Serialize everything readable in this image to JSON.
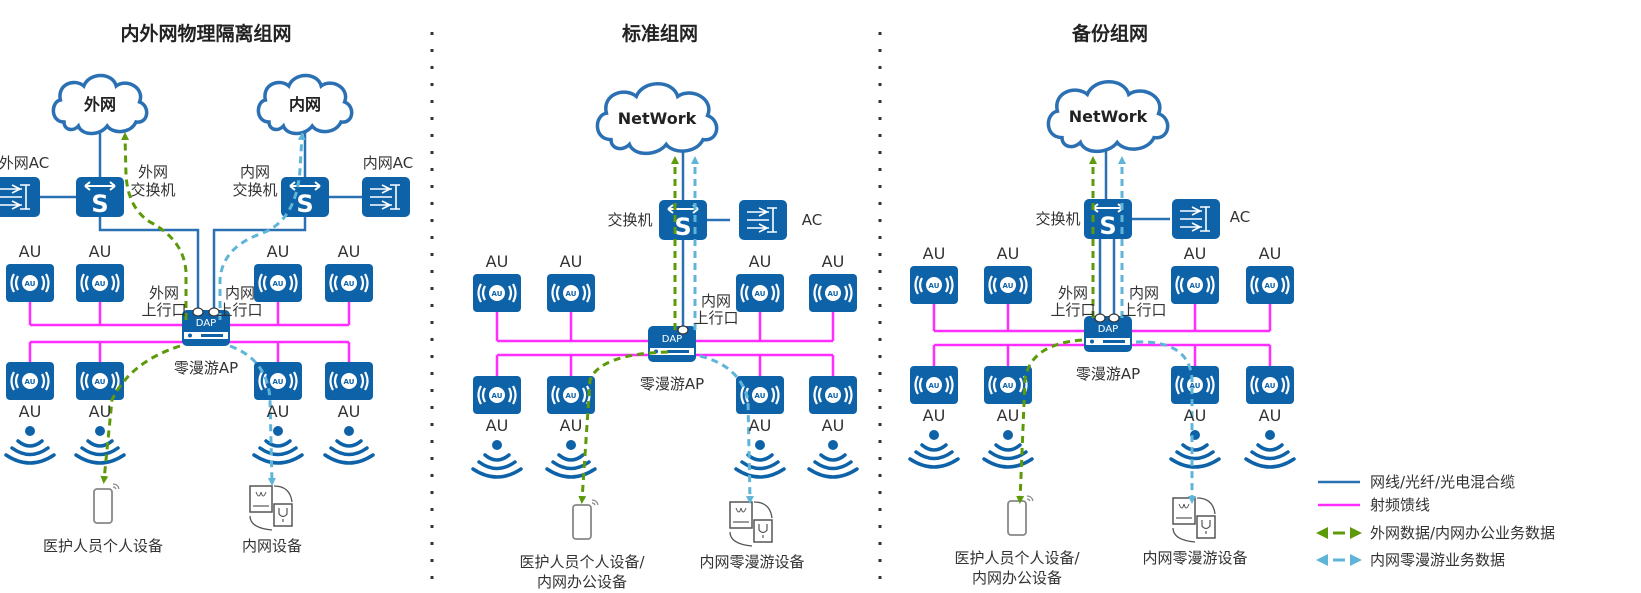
{
  "colors": {
    "device_blue": "#0e62a8",
    "cable_blue": "#2a70b3",
    "rf_feeder": "#ff2dff",
    "outer_data": "#5c9a0a",
    "inner_data": "#5fb5d8",
    "separator": "#333333"
  },
  "panels": [
    {
      "title": "内外网物理隔离组网",
      "clouds": [
        "外网",
        "内网"
      ],
      "acs": [
        "外网AC",
        "内网AC"
      ],
      "switches": [
        "外网\n交换机",
        "内网\n交换机"
      ],
      "switch_label_lines": [
        [
          "外网",
          "交换机"
        ],
        [
          "内网",
          "交换机"
        ]
      ],
      "uplinks": [
        [
          "外网",
          "上行口"
        ],
        [
          "内网",
          "上行口"
        ]
      ],
      "dap_label": "DAP",
      "ap_label": "零漫游AP",
      "au_label": "AU",
      "au_badge": "AU",
      "endpoints": [
        {
          "lines": [
            "医护人员个人设备"
          ],
          "icon": "smartphone-icon"
        },
        {
          "lines": [
            "内网设备"
          ],
          "icon": "medical-device-icon"
        }
      ]
    },
    {
      "title": "标准组网",
      "cloud": "NetWork",
      "switch_label": "交换机",
      "ac_label": "AC",
      "uplinks": [
        [
          "内网",
          "上行口"
        ]
      ],
      "dap_label": "DAP",
      "ap_label": "零漫游AP",
      "au_label": "AU",
      "au_badge": "AU",
      "endpoints": [
        {
          "lines": [
            "医护人员个人设备/",
            "内网办公设备"
          ],
          "icon": "smartphone-icon"
        },
        {
          "lines": [
            "内网零漫游设备"
          ],
          "icon": "medical-device-icon"
        }
      ]
    },
    {
      "title": "备份组网",
      "cloud": "NetWork",
      "switch_label": "交换机",
      "ac_label": "AC",
      "uplinks": [
        [
          "外网",
          "上行口"
        ],
        [
          "内网",
          "上行口"
        ]
      ],
      "dap_label": "DAP",
      "ap_label": "零漫游AP",
      "au_label": "AU",
      "au_badge": "AU",
      "endpoints": [
        {
          "lines": [
            "医护人员个人设备/",
            "内网办公设备"
          ],
          "icon": "smartphone-icon"
        },
        {
          "lines": [
            "内网零漫游设备"
          ],
          "icon": "medical-device-icon"
        }
      ]
    }
  ],
  "legend": [
    {
      "label": "网线/光纤/光电混合缆",
      "type": "solid-cable"
    },
    {
      "label": "射频馈线",
      "type": "rf-feeder"
    },
    {
      "label": "外网数据/内网办公业务数据",
      "type": "outer-data-arrow"
    },
    {
      "label": "内网零漫游业务数据",
      "type": "inner-data-arrow"
    }
  ]
}
